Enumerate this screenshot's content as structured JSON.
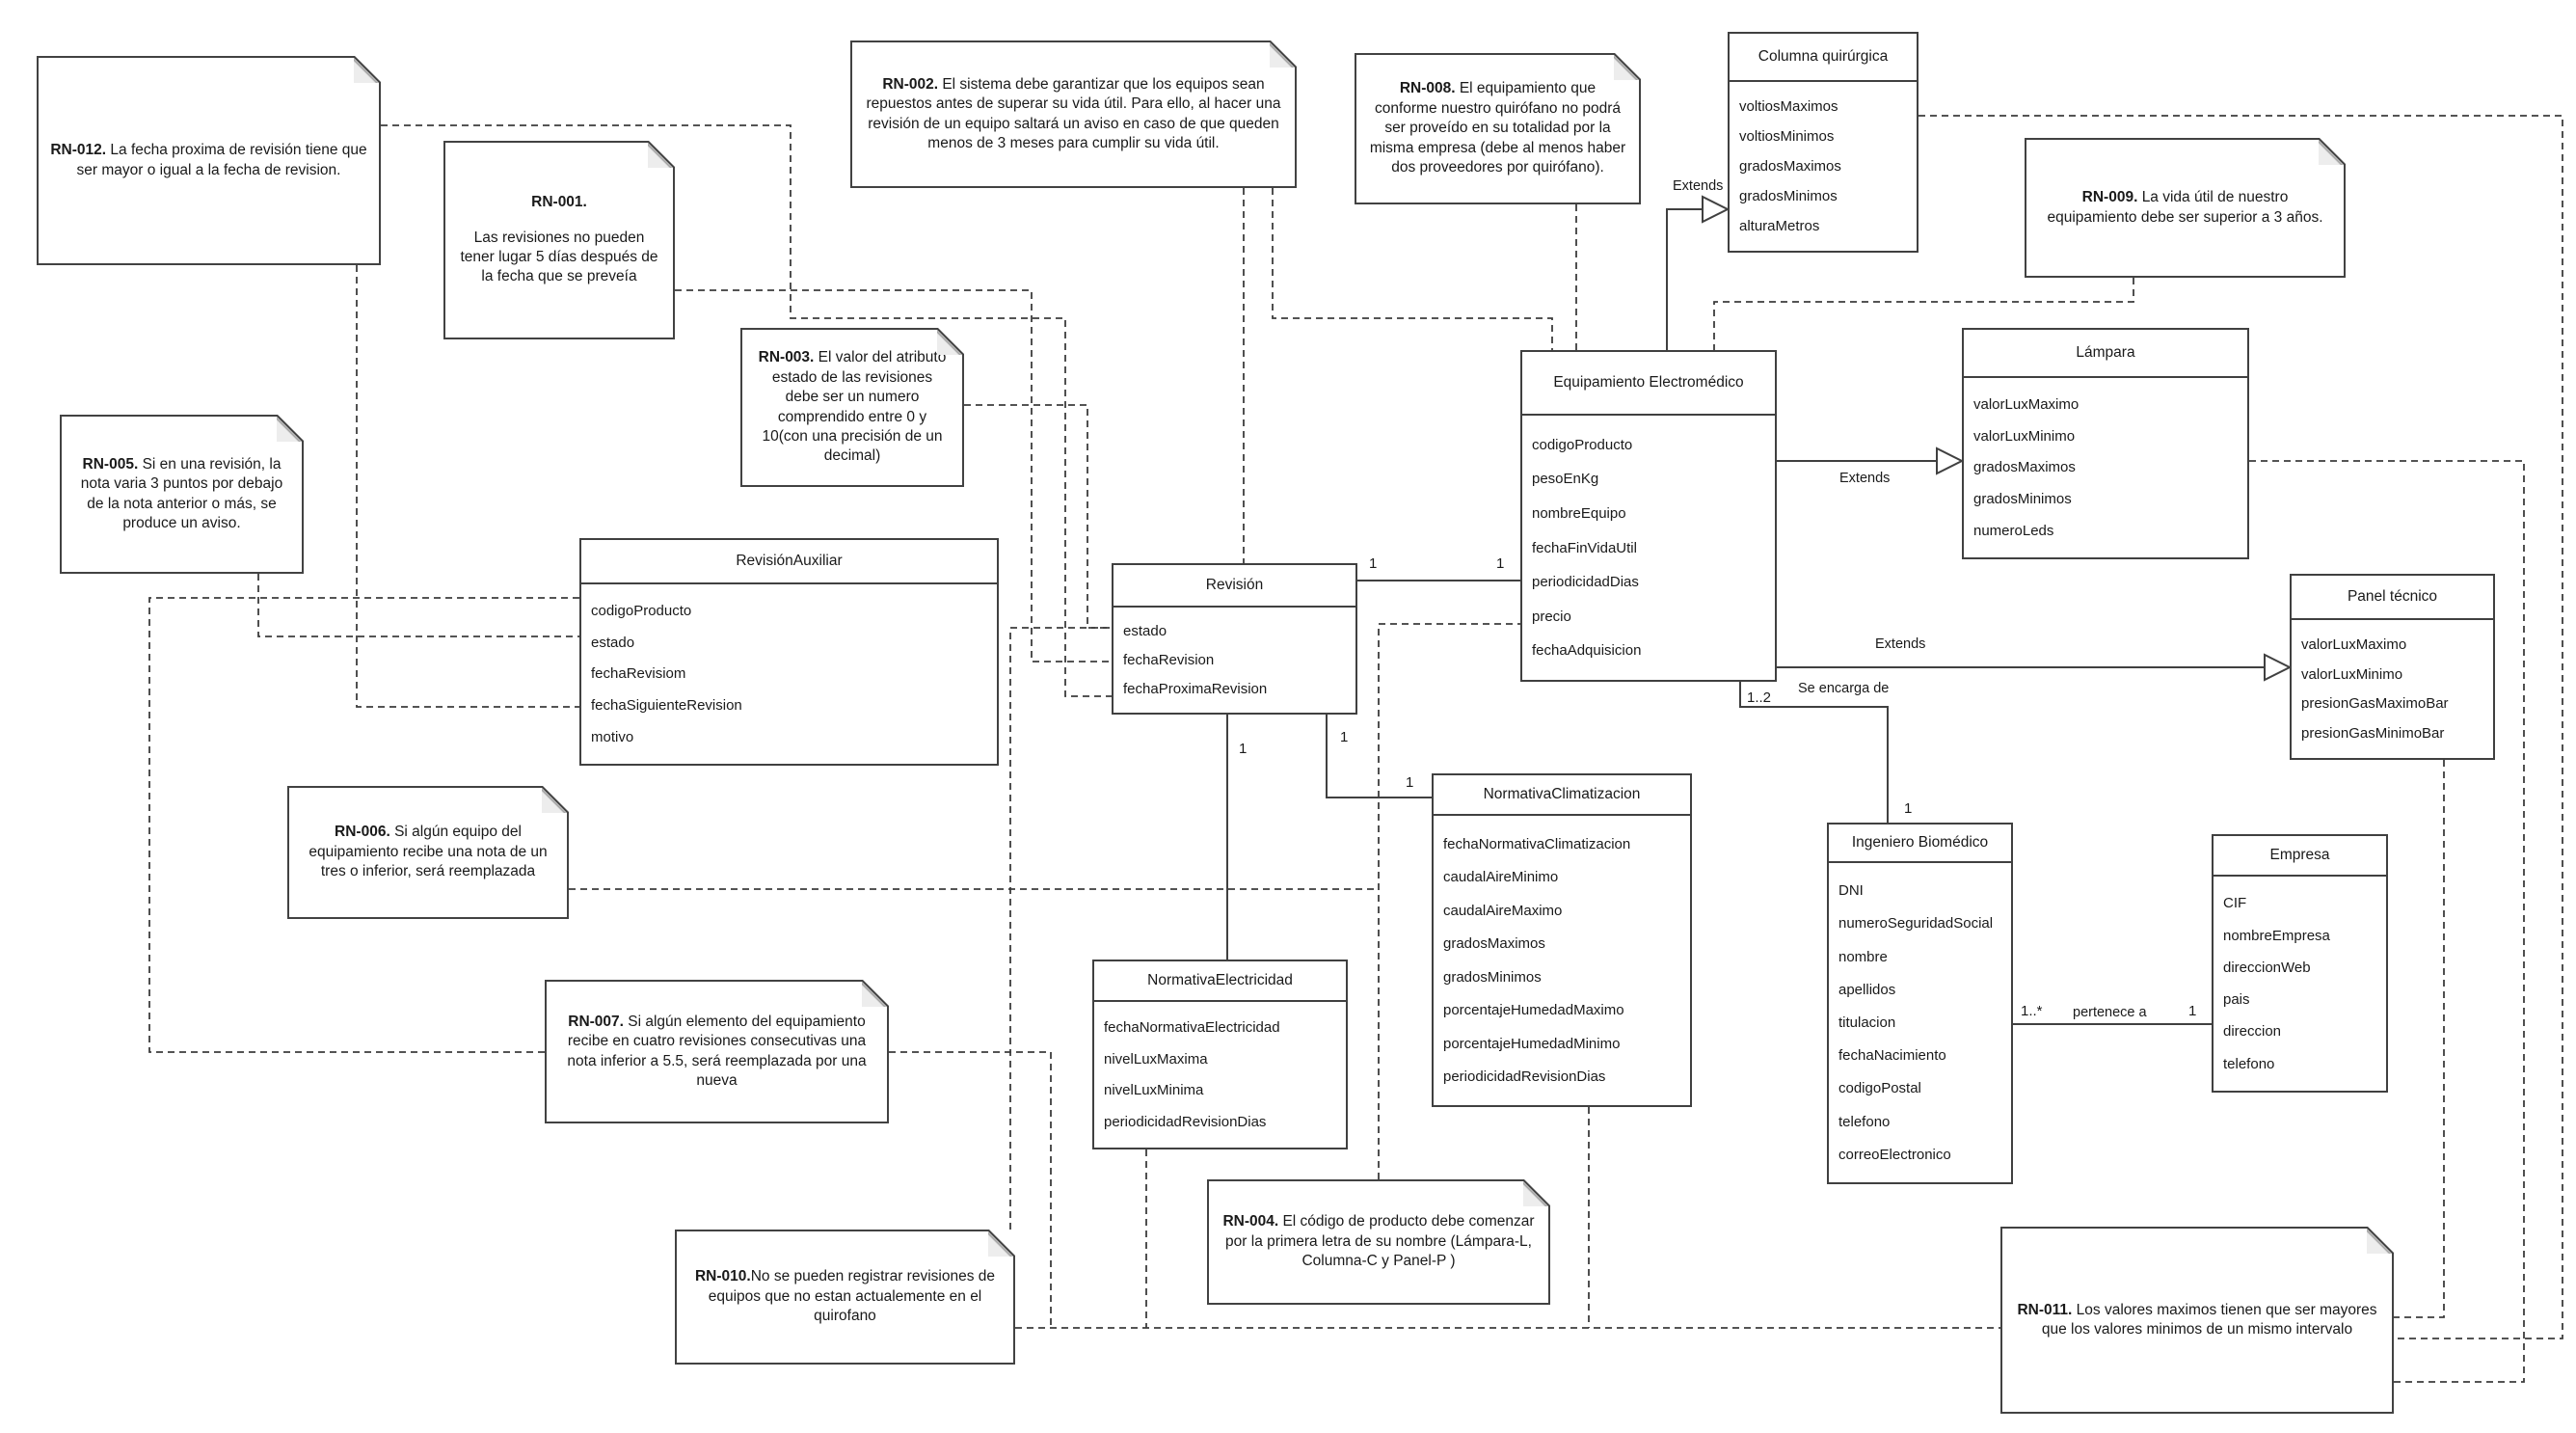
{
  "classes": {
    "columna": {
      "title": "Columna quirúrgica",
      "attrs": [
        "voltiosMaximos",
        "voltiosMinimos",
        "gradosMaximos",
        "gradosMinimos",
        "alturaMetros"
      ]
    },
    "equipamiento": {
      "title": "Equipamiento Electromédico",
      "attrs": [
        "codigoProducto",
        "pesoEnKg",
        "nombreEquipo",
        "fechaFinVidaUtil",
        "periodicidadDias",
        "precio",
        "fechaAdquisicion"
      ]
    },
    "lampara": {
      "title": "Lámpara",
      "attrs": [
        "valorLuxMaximo",
        "valorLuxMinimo",
        "gradosMaximos",
        "gradosMinimos",
        "numeroLeds"
      ]
    },
    "panel": {
      "title": "Panel técnico",
      "attrs": [
        "valorLuxMaximo",
        "valorLuxMinimo",
        "presionGasMaximoBar",
        "presionGasMinimoBar"
      ]
    },
    "revaux": {
      "title": "RevisiónAuxiliar",
      "attrs": [
        "codigoProducto",
        "estado",
        "fechaRevisiom",
        "fechaSiguienteRevision",
        "motivo"
      ]
    },
    "revision": {
      "title": "Revisión",
      "attrs": [
        "estado",
        "fechaRevision",
        "fechaProximaRevision"
      ]
    },
    "normelec": {
      "title": "NormativaElectricidad",
      "attrs": [
        "fechaNormativaElectricidad",
        "nivelLuxMaxima",
        "nivelLuxMinima",
        "periodicidadRevisionDias"
      ]
    },
    "normclima": {
      "title": "NormativaClimatizacion",
      "attrs": [
        "fechaNormativaClimatizacion",
        "caudalAireMinimo",
        "caudalAireMaximo",
        "gradosMaximos",
        "gradosMinimos",
        "porcentajeHumedadMaximo",
        "porcentajeHumedadMinimo",
        "periodicidadRevisionDias"
      ]
    },
    "ingeniero": {
      "title": "Ingeniero Biomédico",
      "attrs": [
        "DNI",
        "numeroSeguridadSocial",
        "nombre",
        "apellidos",
        "titulacion",
        "fechaNacimiento",
        "codigoPostal",
        "telefono",
        "correoElectronico"
      ]
    },
    "empresa": {
      "title": "Empresa",
      "attrs": [
        "CIF",
        "nombreEmpresa",
        "direccionWeb",
        "pais",
        "direccion",
        "telefono"
      ]
    }
  },
  "notes": {
    "rn012": {
      "code": "RN-012.",
      "text": "La fecha proxima de revisión tiene que ser mayor o igual a la fecha de revision."
    },
    "rn001": {
      "code": "RN-001.",
      "text": "Las revisiones no pueden tener lugar 5 días después de la fecha que se preveía"
    },
    "rn002": {
      "code": "RN-002.",
      "text": "El sistema debe garantizar que los equipos sean repuestos antes de superar su vida útil. Para ello, al hacer una revisión de un equipo saltará un aviso en caso de que queden menos de 3 meses para cumplir su vida útil."
    },
    "rn003": {
      "code": "RN-003.",
      "text": "El valor del atributo estado de las revisiones debe ser un numero comprendido entre 0 y 10(con una precisión de un decimal)"
    },
    "rn004": {
      "code": "RN-004.",
      "text": "El código de producto debe comenzar por la primera letra de su nombre (Lámpara-L, Columna-C y Panel-P )"
    },
    "rn005": {
      "code": "RN-005.",
      "text": "Si en una revisión, la nota varia 3 puntos por debajo de la nota anterior o más, se produce un aviso."
    },
    "rn006": {
      "code": "RN-006.",
      "text": "Si algún equipo del equipamiento recibe una nota de un tres o inferior, será reemplazada"
    },
    "rn007": {
      "code": "RN-007.",
      "text": "Si algún elemento del equipamiento recibe en cuatro revisiones consecutivas una nota inferior a 5.5, será reemplazada por una nueva"
    },
    "rn008": {
      "code": "RN-008.",
      "text": "El equipamiento que conforme nuestro quirófano no podrá ser proveído en su totalidad por la misma empresa (debe al menos haber dos proveedores por quirófano)."
    },
    "rn009": {
      "code": "RN-009.",
      "text": "La vida útil de nuestro equipamiento debe ser superior a 3 años."
    },
    "rn010": {
      "code": "RN-010.",
      "text": "No se pueden registrar revisiones de equipos que no estan actualemente en el quirofano"
    },
    "rn011": {
      "code": "RN-011.",
      "text": "Los valores maximos tienen que ser mayores que los valores minimos de un mismo intervalo"
    }
  },
  "edges": {
    "extends": "Extends",
    "se_encarga_de": "Se encarga de",
    "pertenece_a": "pertenece a",
    "one": "1",
    "one_two": "1..2",
    "one_star": "1..*"
  },
  "colors": {
    "line": "#404040",
    "dashed": "#3c3c3c",
    "note_fold": "#ededed",
    "background": "#ffffff"
  }
}
